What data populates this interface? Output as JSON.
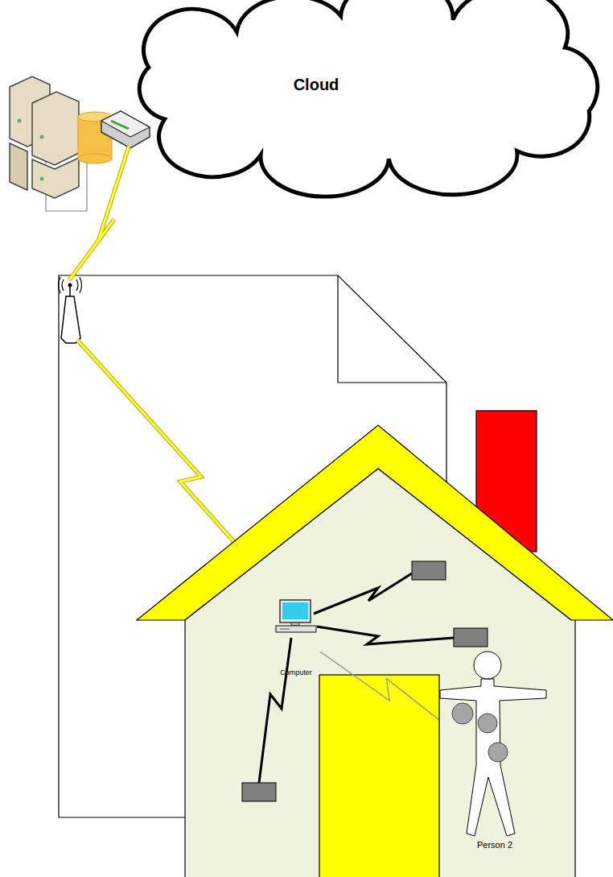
{
  "diagram": {
    "nodes": [
      {
        "text": [
          "Cloud"
        ]
      },
      {
        "text": [
          "Computer"
        ]
      },
      {
        "text": [
          "Person 2"
        ]
      }
    ],
    "edges": [
      {
        "from": 1,
        "to": 2,
        "arrow": "none"
      }
    ]
  }
}
